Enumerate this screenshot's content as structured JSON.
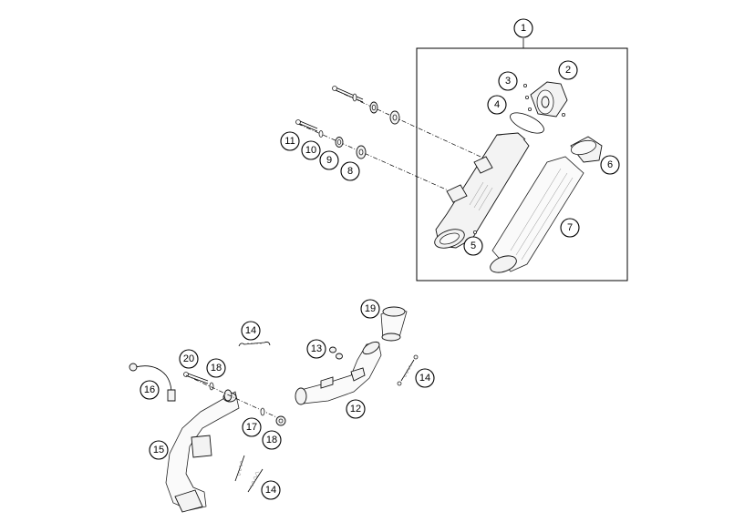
{
  "callouts": {
    "c1": "1",
    "c2": "2",
    "c3": "3",
    "c4": "4",
    "c5": "5",
    "c6": "6",
    "c7": "7",
    "c8": "8",
    "c9": "9",
    "c10": "10",
    "c11": "11",
    "c12": "12",
    "c13": "13",
    "c14a": "14",
    "c14b": "14",
    "c14c": "14",
    "c15": "15",
    "c16": "16",
    "c17": "17",
    "c18a": "18",
    "c18b": "18",
    "c19": "19",
    "c20": "20"
  }
}
